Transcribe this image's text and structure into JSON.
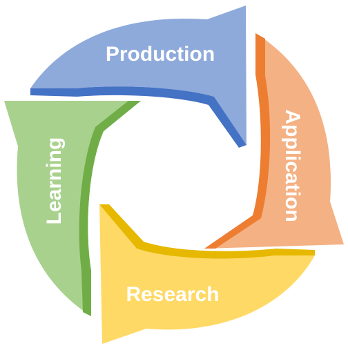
{
  "diagram": {
    "type": "cycle",
    "segments": [
      {
        "id": "production",
        "label": "Production",
        "color": "#8eaadb",
        "edge_color": "#4472c4"
      },
      {
        "id": "application",
        "label": "Application",
        "color": "#f4b183",
        "edge_color": "#ed7d31"
      },
      {
        "id": "research",
        "label": "Research",
        "color": "#ffd966",
        "edge_color": "#e6b800"
      },
      {
        "id": "learning",
        "label": "Learning",
        "color": "#a9d18e",
        "edge_color": "#70ad47"
      }
    ]
  }
}
